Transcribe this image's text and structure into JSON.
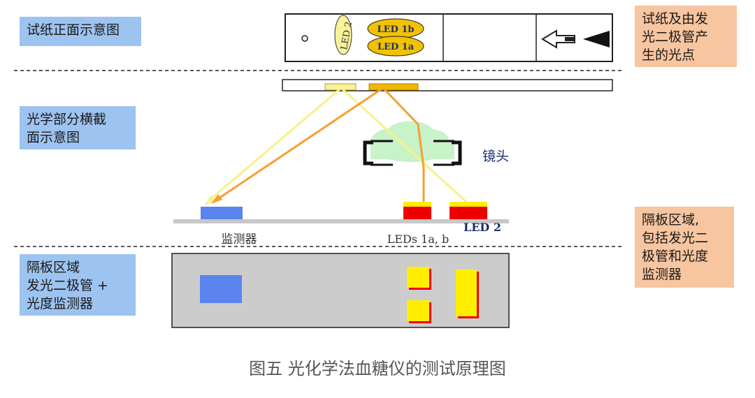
{
  "labels": {
    "strip_front": "试纸正面示意图",
    "optical_section": [
      "光学部分横截",
      "面示意图"
    ],
    "partition_left": [
      "隔板区域",
      "发光二极管 +",
      "光度监测器"
    ],
    "strip_and_led": [
      "试纸及由发",
      "光二极管产",
      "生的光点"
    ],
    "partition_right": [
      "隔板区域,",
      "包括发光二",
      "极管和光度",
      "监测器"
    ]
  },
  "strip": {
    "led2_label": "LED 2",
    "led1b_label": "LED 1b",
    "led1a_label": "LED 1a"
  },
  "optics": {
    "lens_label": "镜头",
    "detector_label": "监测器",
    "leds_label": "LEDs 1a, b",
    "led2_label": "LED 2"
  },
  "caption": "图五 光化学法血糖仪的测试原理图",
  "colors": {
    "blue_label_bg": "#9dc3f0",
    "orange_label_bg": "#f7c59f",
    "led_yellow": "#ffee00",
    "led_red": "#ee0000",
    "detector_blue": "#5b84f0",
    "beam_orange": "#f5a030",
    "beam_yellow": "#f8f08a",
    "partition_gray": "#cccccc"
  }
}
